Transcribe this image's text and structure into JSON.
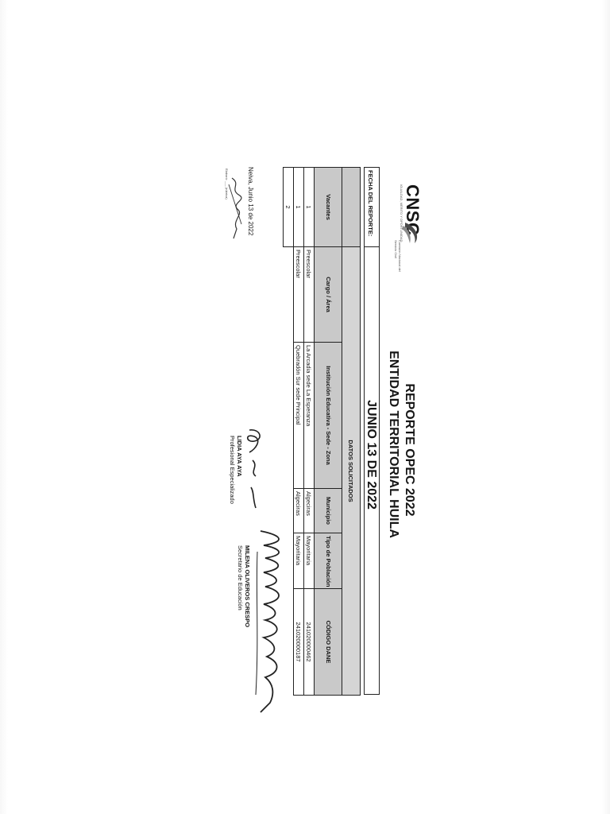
{
  "header": {
    "logo_text": "CNSC",
    "logo_tagline": "IGUALDAD, MÉRITO Y OPORTUNIDAD",
    "logo_side": "Comisión Nacional del Servicio Civil",
    "title_line1": "REPORTE OPEC 2022",
    "title_line2": "ENTIDAD TERRITORIAL HUILA"
  },
  "report_date": {
    "label": "FECHA DEL REPORTE:",
    "value": "JUNIO 13 DE 2022"
  },
  "table": {
    "group_header": "DATOS SOLICITADOS",
    "columns": [
      "Vacantes",
      "Cargo / Área",
      "Institución Educativa - Sede - Zona",
      "Municipio",
      "Tipo de Población",
      "CÓDIGO DANE"
    ],
    "rows": [
      {
        "vacantes": "1",
        "cargo": "Preescolar",
        "institucion": "La Arcadia sede La Esperanza",
        "municipio": "Algeciras",
        "tipo_poblacion": "Mayoritaria",
        "codigo_dane": "241020000462"
      },
      {
        "vacantes": "1",
        "cargo": "Preescolar",
        "institucion": "Quebradón Sur sede Principal",
        "municipio": "Algeciras",
        "tipo_poblacion": "Mayoritaria",
        "codigo_dane": "241020000187"
      }
    ],
    "total": "2"
  },
  "footer": {
    "place_date": "Neiva, Junio 13 de 2022",
    "elaboro": "Elaboró: ___ (rúbrica)"
  },
  "signatures": [
    {
      "name": "LIDIA AYA AYA",
      "role": "Profesional Especializado"
    },
    {
      "name": "MILENA OLIVEROS CRESPO",
      "role": "Secretario de Educación"
    }
  ]
}
